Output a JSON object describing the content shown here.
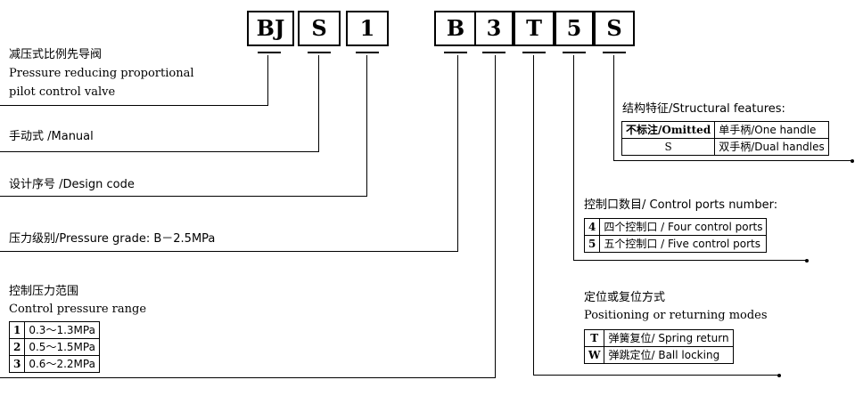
{
  "code_boxes": {
    "bj": "BJ",
    "s": "S",
    "one": "1",
    "b": "B",
    "three": "3",
    "t": "T",
    "five": "5",
    "s2": "S"
  },
  "labels": {
    "valve_cn": "减压式比例先导阀",
    "valve_en1": "Pressure reducing proportional",
    "valve_en2": "pilot control valve",
    "manual": "手动式 /Manual",
    "design": "设计序号 /Design code",
    "grade": "压力级别/Pressure grade: B－2.5MPa",
    "range_cn": "控制压力范围",
    "range_en": "Control pressure range",
    "struct": "结构特征/Structural features:",
    "ports": "控制口数目/ Control ports number:",
    "pos_cn": "定位或复位方式",
    "pos_en": "Positioning or returning modes"
  },
  "tables": {
    "range": [
      {
        "key": "1",
        "val": "0.3～1.3MPa"
      },
      {
        "key": "2",
        "val": "0.5～1.5MPa"
      },
      {
        "key": "3",
        "val": "0.6～2.2MPa"
      }
    ],
    "struct": [
      {
        "key": "不标注/Omitted",
        "val": "单手柄/One handle"
      },
      {
        "key": "S",
        "val": "双手柄/Dual handles"
      }
    ],
    "ports": [
      {
        "key": "4",
        "val": "四个控制口 / Four control ports"
      },
      {
        "key": "5",
        "val": "五个控制口 / Five control ports"
      }
    ],
    "pos": [
      {
        "key": "T",
        "val": "弹簧复位/ Spring return"
      },
      {
        "key": "W",
        "val": "弹跳定位/ Ball locking"
      }
    ]
  }
}
